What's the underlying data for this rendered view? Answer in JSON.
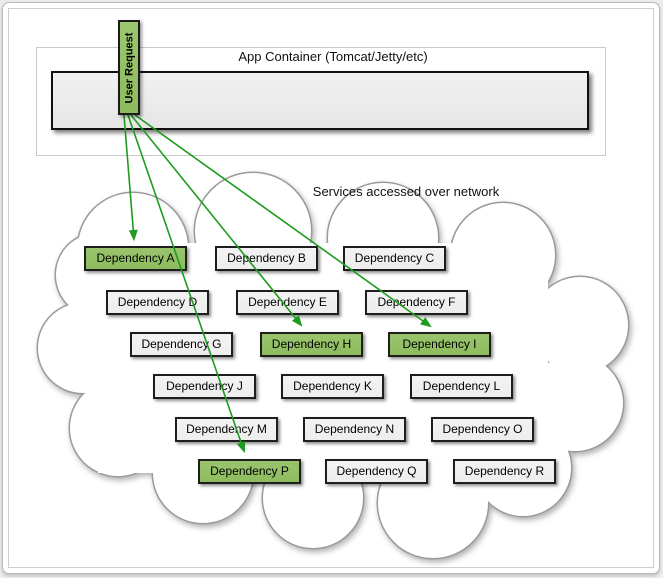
{
  "page": {
    "app_container_label": "App Container (Tomcat/Jetty/etc)",
    "user_request_label": "User Request",
    "services_label": "Services accessed over network"
  },
  "colors": {
    "highlight_green": "#8dbc5e",
    "arrow_green": "#1f9c1f",
    "box_gray": "#ededed"
  },
  "dependencies": [
    {
      "label": "Dependency A",
      "highlighted": true
    },
    {
      "label": "Dependency B",
      "highlighted": false
    },
    {
      "label": "Dependency C",
      "highlighted": false
    },
    {
      "label": "Dependency D",
      "highlighted": false
    },
    {
      "label": "Dependency E",
      "highlighted": false
    },
    {
      "label": "Dependency F",
      "highlighted": false
    },
    {
      "label": "Dependency G",
      "highlighted": false
    },
    {
      "label": "Dependency H",
      "highlighted": true
    },
    {
      "label": "Dependency I",
      "highlighted": true
    },
    {
      "label": "Dependency J",
      "highlighted": false
    },
    {
      "label": "Dependency K",
      "highlighted": false
    },
    {
      "label": "Dependency L",
      "highlighted": false
    },
    {
      "label": "Dependency M",
      "highlighted": false
    },
    {
      "label": "Dependency N",
      "highlighted": false
    },
    {
      "label": "Dependency O",
      "highlighted": false
    },
    {
      "label": "Dependency P",
      "highlighted": true
    },
    {
      "label": "Dependency Q",
      "highlighted": false
    },
    {
      "label": "Dependency R",
      "highlighted": false
    }
  ],
  "arrows": [
    {
      "from": "User Request",
      "to": "Dependency A"
    },
    {
      "from": "User Request",
      "to": "Dependency P"
    },
    {
      "from": "User Request",
      "to": "Dependency H"
    },
    {
      "from": "User Request",
      "to": "Dependency I"
    }
  ]
}
